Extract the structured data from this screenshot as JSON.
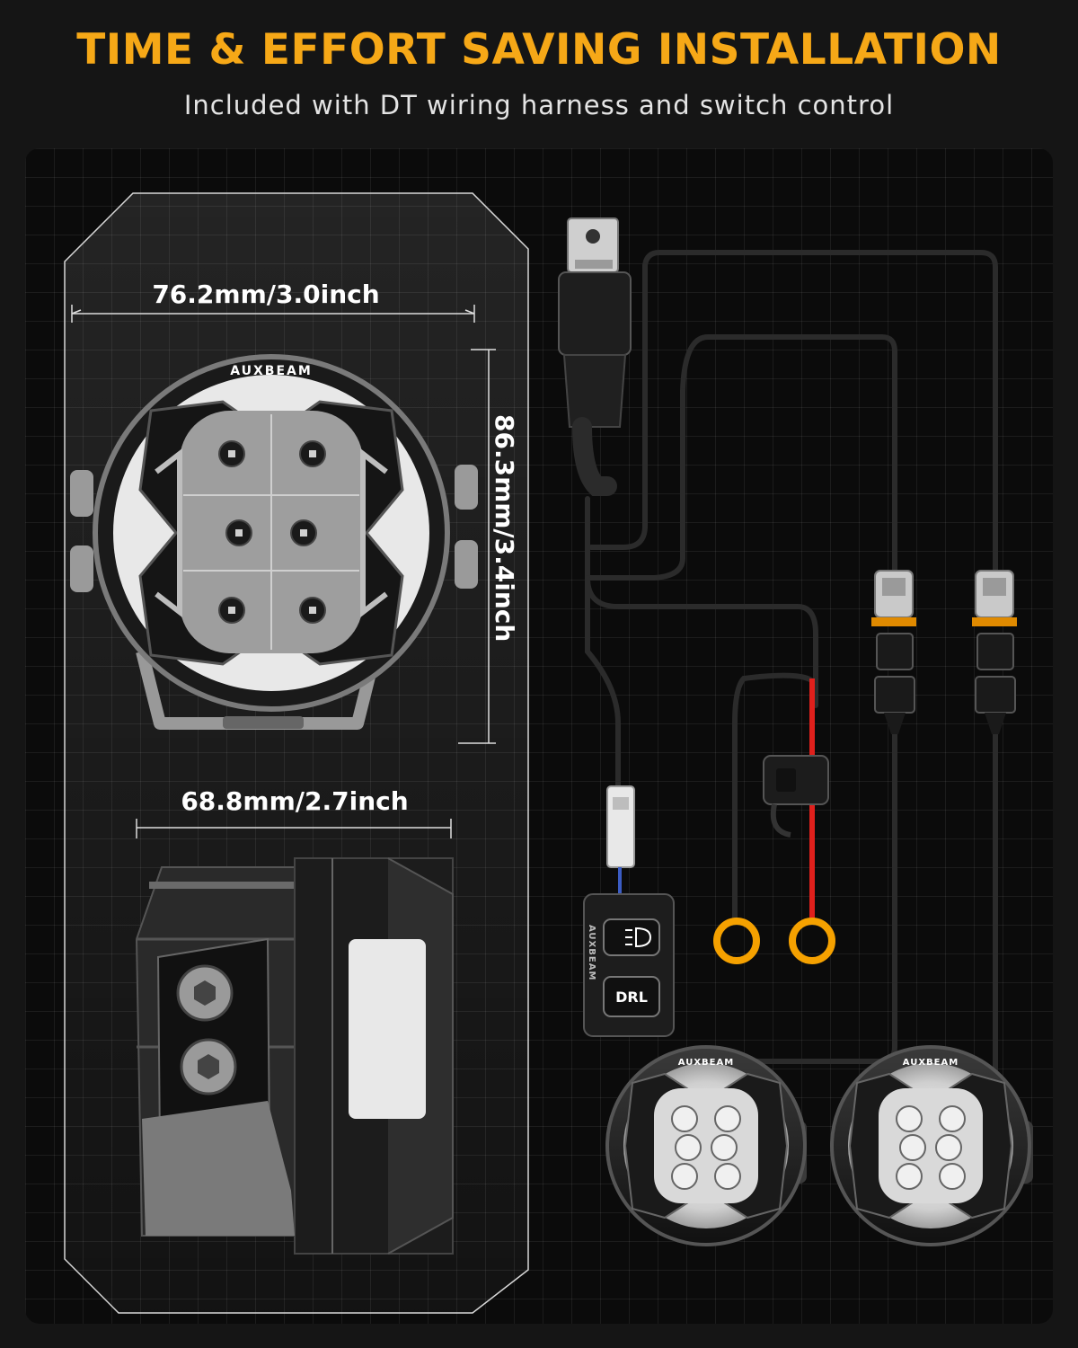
{
  "header": {
    "title": "TIME & EFFORT SAVING INSTALLATION",
    "subtitle": "Included with DT wiring harness and switch control"
  },
  "dimensions": {
    "width_front": "76.2mm/3.0inch",
    "height": "86.3mm/3.4inch",
    "depth_side": "68.8mm/2.7inch"
  },
  "brand": {
    "name": "AUXBEAM"
  },
  "switch": {
    "drl_label": "DRL",
    "high_beam_icon": "headlight-icon"
  },
  "colors": {
    "accent": "#f6a817",
    "background": "#151515",
    "wire_power": "#e0201c",
    "ring_terminal": "#f5a100"
  }
}
